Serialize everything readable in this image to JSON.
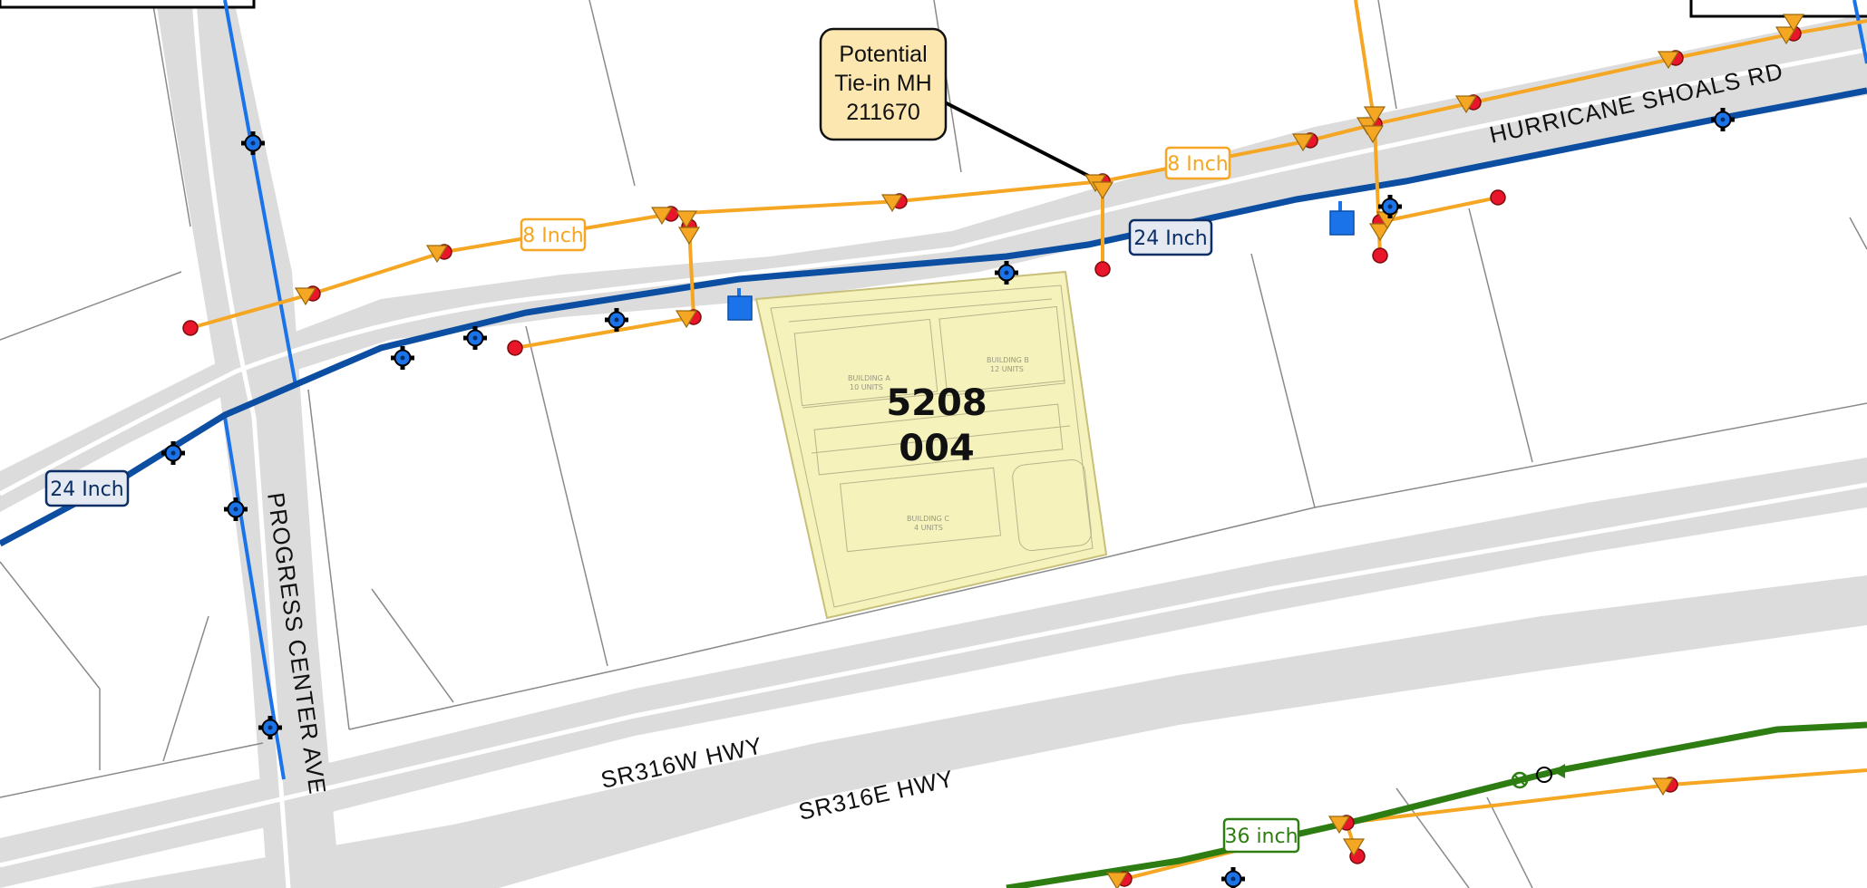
{
  "colors": {
    "road_fill": "#dcdcdc",
    "parcel_line": "#8a8a8a",
    "water_main": "#0b4ea2",
    "water_lateral": "#1a73e8",
    "sewer_gravity": "#f5a623",
    "sewer_force": "#2e7d12",
    "manhole": "#e8152b",
    "site_fill": "#f3f0b0",
    "callout_fill": "#fde7b0"
  },
  "roads": {
    "hurricane_shoals": "HURRICANE SHOALS RD",
    "progress_center": "PROGRESS CENTER AVE",
    "sr316w": "SR316W HWY",
    "sr316e": "SR316E HWY"
  },
  "pipe_labels": {
    "sewer_north_left": "8 Inch",
    "sewer_north_right": "8 Inch",
    "water_main_right": "24 Inch",
    "water_main_left": "24 Inch",
    "force_main": "36 inch"
  },
  "parcel": {
    "id_line1": "5208",
    "id_line2": "004"
  },
  "callout": {
    "line1": "Potential",
    "line2": "Tie-in MH",
    "line3": "211670"
  },
  "site_plan": {
    "building_a": "BUILDING A",
    "building_a_units": "10 UNITS",
    "building_b": "BUILDING B",
    "building_b_units": "12 UNITS",
    "building_c": "BUILDING C",
    "building_c_units": "4 UNITS"
  },
  "icons": {
    "manhole": "sewer-manhole-icon",
    "flow_arrow": "flow-direction-arrow-icon",
    "hydrant": "water-valve-icon",
    "meter": "water-meter-icon",
    "force_valve": "force-main-valve-icon"
  }
}
